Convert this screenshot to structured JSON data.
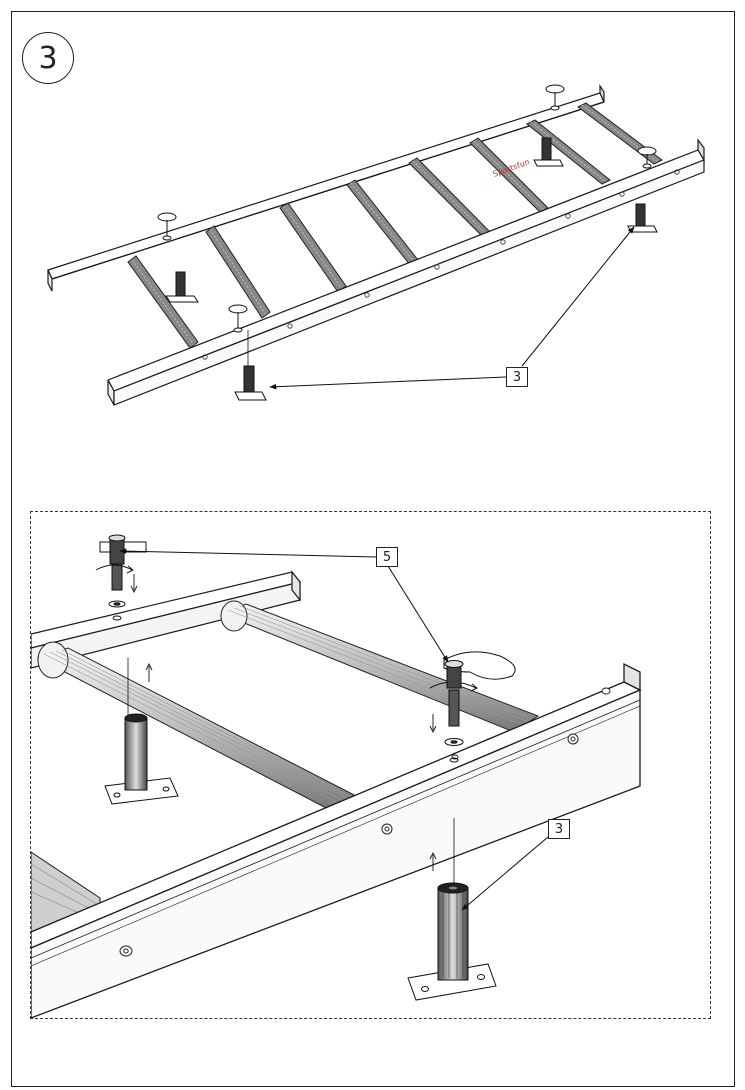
{
  "step": {
    "number": "3"
  },
  "overview": {
    "callout_leg": "3"
  },
  "detail": {
    "callout_bolt": "5",
    "callout_leg": "3"
  },
  "colors": {
    "line": "#1a1a1a",
    "frame": "#222222",
    "tube": "#666666"
  },
  "icons": [
    "leg-icon",
    "bolt-icon",
    "washer-icon",
    "up-arrow-icon",
    "down-arrow-icon",
    "rotate-arrow-icon"
  ]
}
